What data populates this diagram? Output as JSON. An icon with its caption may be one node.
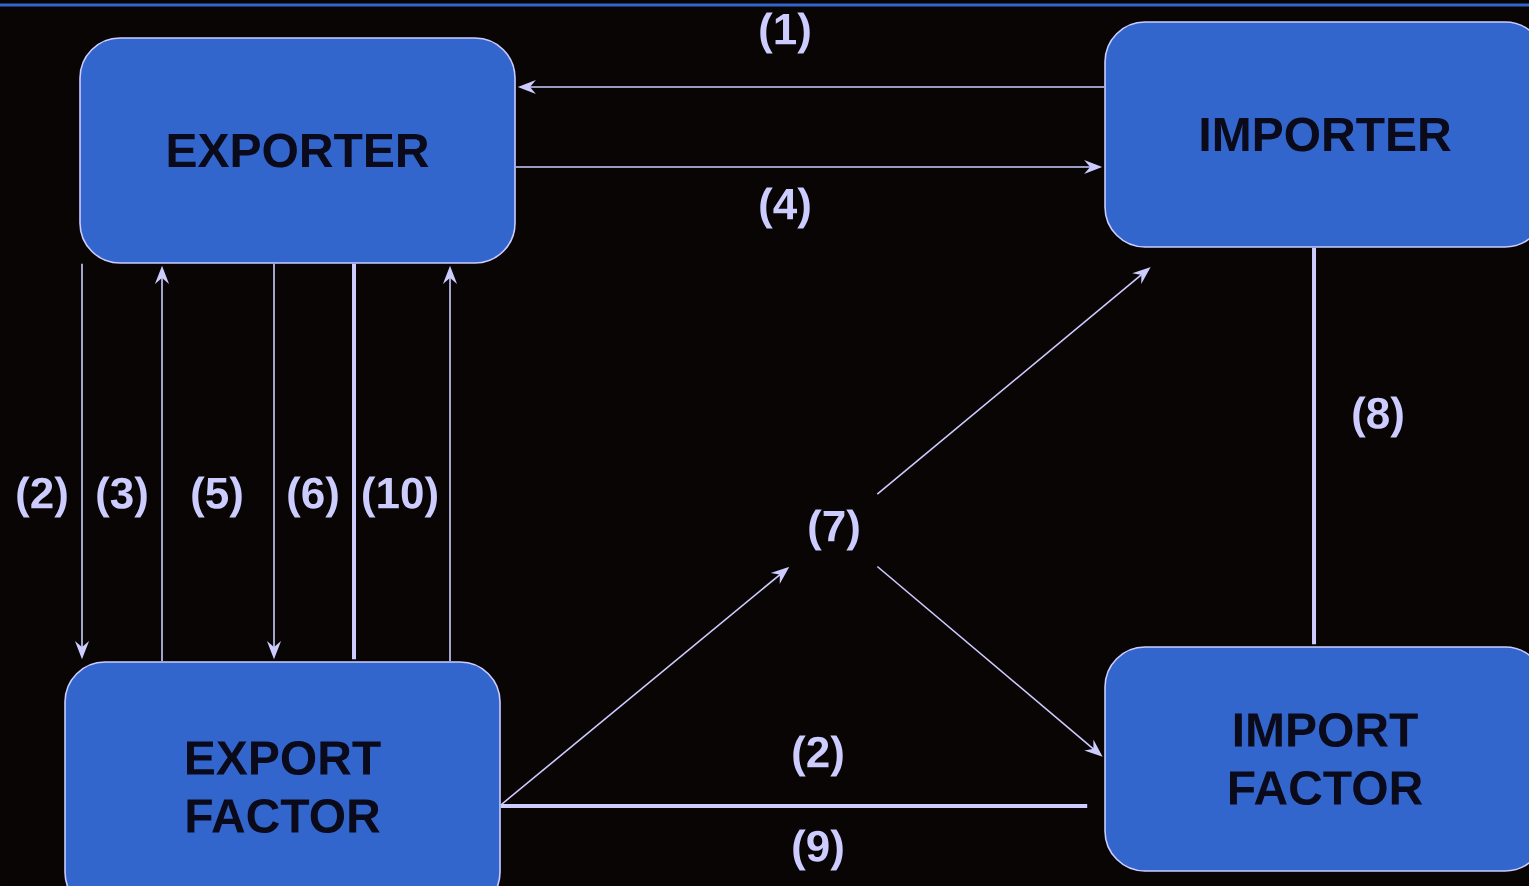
{
  "diagram": {
    "nodes": [
      {
        "text": [
          "EXPORTER"
        ]
      },
      {
        "text": [
          "IMPORTER"
        ]
      },
      {
        "text": [
          "EXPORT FACTOR"
        ]
      },
      {
        "text": [
          "IMPORT FACTOR"
        ]
      },
      {
        "text": [
          "(7)"
        ]
      }
    ],
    "edges": [
      {
        "from": 1,
        "to": 0,
        "arrow": "to",
        "label": "(1)"
      },
      {
        "from": 0,
        "to": 1,
        "arrow": "to",
        "label": "(4)"
      },
      {
        "from": 0,
        "to": 2,
        "arrow": "to",
        "label": "(2)"
      },
      {
        "from": 2,
        "to": 0,
        "arrow": "to",
        "label": "(3)"
      },
      {
        "from": 0,
        "to": 2,
        "arrow": "to",
        "label": "(5)"
      },
      {
        "from": 0,
        "to": 2,
        "arrow": "none",
        "label": "(6)",
        "style": "thick"
      },
      {
        "from": 2,
        "to": 0,
        "arrow": "to",
        "label": "(10)"
      },
      {
        "from": 2,
        "to": 4,
        "arrow": "to"
      },
      {
        "from": 4,
        "to": 1,
        "arrow": "to"
      },
      {
        "from": 4,
        "to": 3,
        "arrow": "to"
      },
      {
        "from": 1,
        "to": 3,
        "arrow": "none",
        "label": "(8)",
        "style": "thick"
      },
      {
        "from": 2,
        "to": 3,
        "arrow": "none",
        "style": "thick"
      }
    ],
    "labels": [
      "(2)",
      "(9)"
    ]
  }
}
